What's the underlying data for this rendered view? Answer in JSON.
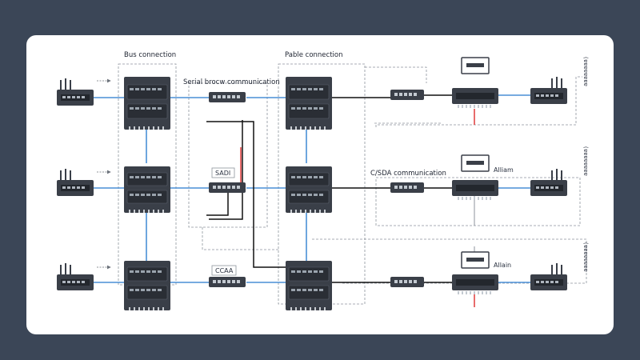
{
  "labels": {
    "bus_connection": "Bus connection",
    "cable_connection": "Pable connection",
    "serial_comm": "Serial brocw communication",
    "csda_comm": "C/SDA communication",
    "sadi": "SADI",
    "ccaa": "CCAA",
    "alliam_1": "Alliam",
    "alliam_2": "Allain"
  },
  "right_tags": [
    "(ɐɐɐɐɐɐɐɐ",
    "(ɐɐɐɐɐɐɐɐ",
    "(ɐɐɐɐɐɐɐɐ"
  ],
  "colors": {
    "background": "#3b4657",
    "card": "#ffffff",
    "blue_link": "#4a8fd6",
    "black_link": "#111111",
    "red_link": "#e03a3a",
    "device": "#3a3f48",
    "dashed": "#8d939c"
  }
}
